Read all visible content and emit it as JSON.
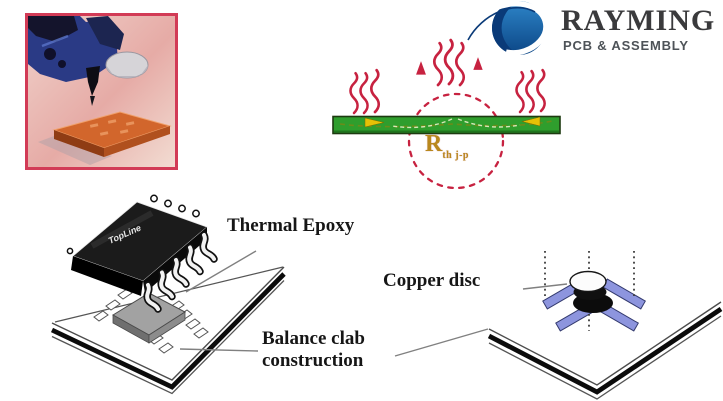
{
  "colors": {
    "heat-red": "#c72240",
    "pcb-green": "#2f9e2d",
    "pcb-green-border": "#1d3a10",
    "arrow-yellow": "#e6c106",
    "label-gold": "#b8881d",
    "bar-blue": "#8d95de",
    "photo-border": "#d23b56",
    "globe-blue": "#1a6ab2",
    "globe-dark": "#0a3a78",
    "brand-text": "#3a3a3c",
    "tagline-text": "#4e5358",
    "ink": "#161616"
  },
  "logo": {
    "brand": "RAYMING",
    "tagline": "PCB & ASSEMBLY"
  },
  "thermal_diagram": {
    "resistance_symbol": "R",
    "resistance_subscript": "th j-p"
  },
  "labels": {
    "thermal_epoxy": "Thermal Epoxy",
    "balance_line1": "Balance clab",
    "balance_line2": "construction",
    "copper_disc": "Copper disc"
  },
  "chip": {
    "marking": "TopLine"
  }
}
